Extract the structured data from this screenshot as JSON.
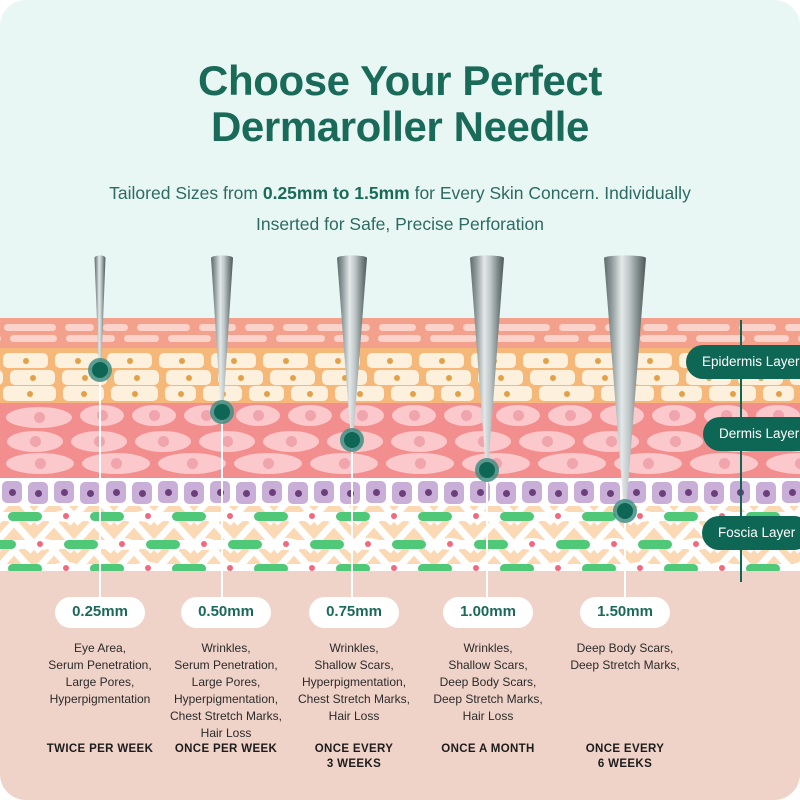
{
  "theme": {
    "header_bg": "#E9F7F4",
    "accent_green": "#0E6655",
    "title_green": "#1A6A5A",
    "lower_bg": "#EFD2C8",
    "epidermis_top": "#F3A18C",
    "epidermis_bottom": "#F5B878",
    "dermis": "#F38E8E",
    "basal_cell": "#C9AFD8",
    "fascia": "#FAD9B4",
    "fascia_capsule": "#4FC878",
    "needle_tip": "#0E6655"
  },
  "header": {
    "title_line1": "Choose Your Perfect",
    "title_line2": "Dermaroller Needle",
    "subtitle_pre": "Tailored Sizes from ",
    "subtitle_bold": "0.25mm to 1.5mm",
    "subtitle_post": " for Every Skin Concern. Individually Inserted for Safe, Precise Perforation"
  },
  "layers": [
    {
      "label": "Epidermis Layer"
    },
    {
      "label": "Dermis Layer"
    },
    {
      "label": "Foscia Layer"
    }
  ],
  "needles": [
    {
      "size": "0.25mm",
      "uses": "Eye Area,\nSerum Penetration,\nLarge Pores,\nHyperpigmentation",
      "frequency": "TWICE PER WEEK"
    },
    {
      "size": "0.50mm",
      "uses": "Wrinkles,\nSerum Penetration,\nLarge Pores,\nHyperpigmentation,\nChest Stretch Marks,\nHair Loss",
      "frequency": "ONCE PER WEEK"
    },
    {
      "size": "0.75mm",
      "uses": "Wrinkles,\nShallow Scars,\nHyperpigmentation,\nChest Stretch Marks,\nHair Loss",
      "frequency": "ONCE EVERY\n3 WEEKS"
    },
    {
      "size": "1.00mm",
      "uses": "Wrinkles,\nShallow Scars,\nDeep Body Scars,\nDeep Stretch Marks,\nHair Loss",
      "frequency": "ONCE A MONTH"
    },
    {
      "size": "1.50mm",
      "uses": "Deep Body Scars,\nDeep Stretch Marks,",
      "frequency": "ONCE EVERY\n6 WEEKS"
    }
  ]
}
